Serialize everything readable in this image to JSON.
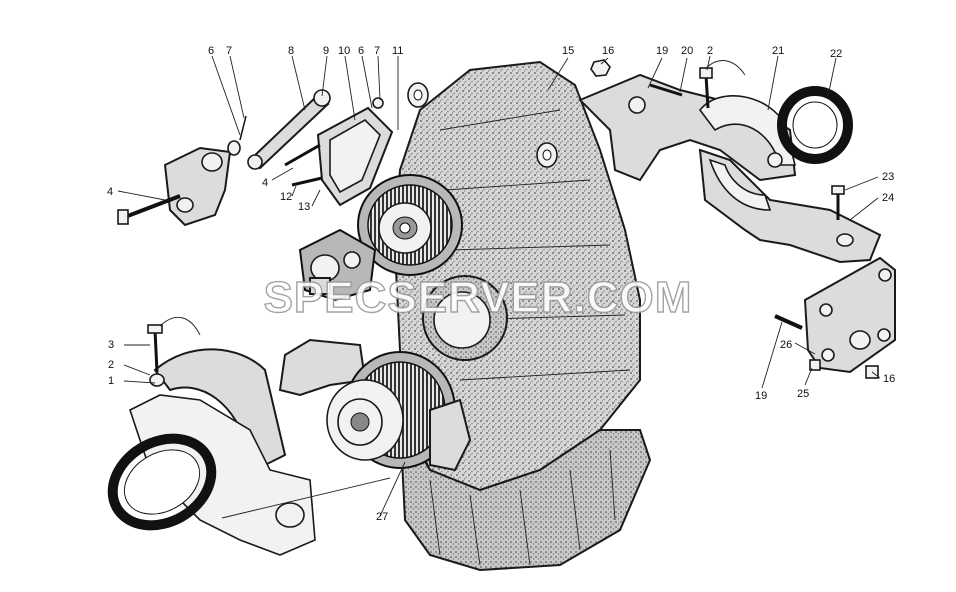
{
  "watermark": "SPECSERVER.COM",
  "callouts": [
    {
      "id": "c6a",
      "text": "6"
    },
    {
      "id": "c7a",
      "text": "7"
    },
    {
      "id": "c8",
      "text": "8"
    },
    {
      "id": "c9",
      "text": "9"
    },
    {
      "id": "c10",
      "text": "10"
    },
    {
      "id": "c6b",
      "text": "6"
    },
    {
      "id": "c7b",
      "text": "7"
    },
    {
      "id": "c11",
      "text": "11"
    },
    {
      "id": "c15",
      "text": "15"
    },
    {
      "id": "c16a",
      "text": "16"
    },
    {
      "id": "c19a",
      "text": "19"
    },
    {
      "id": "c20",
      "text": "20"
    },
    {
      "id": "c2a",
      "text": "2"
    },
    {
      "id": "c21",
      "text": "21"
    },
    {
      "id": "c22",
      "text": "22"
    },
    {
      "id": "c4a",
      "text": "4"
    },
    {
      "id": "c4b",
      "text": "4"
    },
    {
      "id": "c12",
      "text": "12"
    },
    {
      "id": "c13",
      "text": "13"
    },
    {
      "id": "c23",
      "text": "23"
    },
    {
      "id": "c24",
      "text": "24"
    },
    {
      "id": "c3",
      "text": "3"
    },
    {
      "id": "c2b",
      "text": "2"
    },
    {
      "id": "c1",
      "text": "1"
    },
    {
      "id": "c26",
      "text": "26"
    },
    {
      "id": "c16b",
      "text": "16"
    },
    {
      "id": "c19b",
      "text": "19"
    },
    {
      "id": "c25",
      "text": "25"
    },
    {
      "id": "c27",
      "text": "27"
    }
  ]
}
